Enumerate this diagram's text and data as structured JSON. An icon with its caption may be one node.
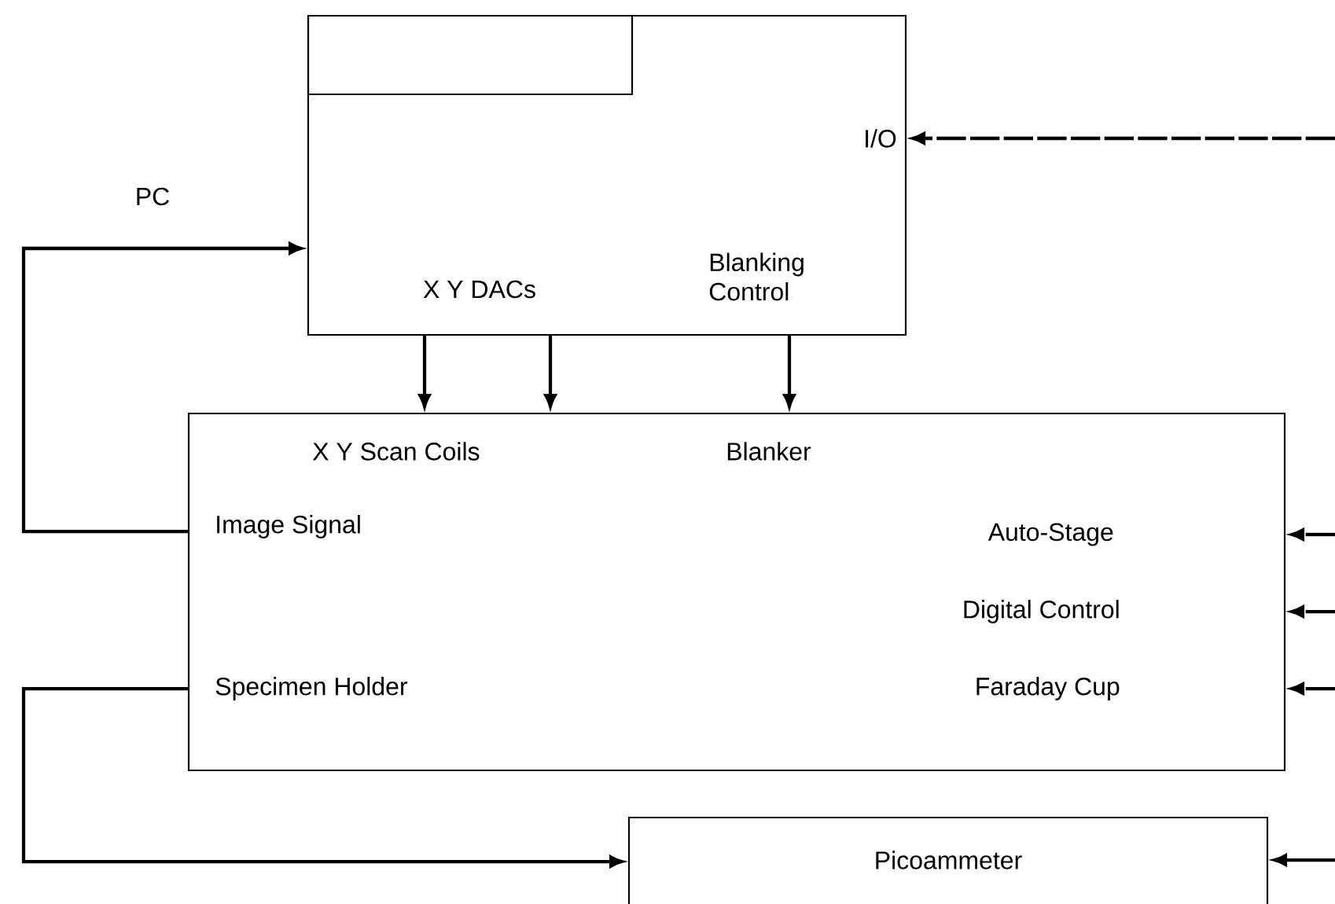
{
  "diagram": {
    "nodes": [
      {
        "text": [
          "I/O",
          "X Y DACs",
          "Blanking Control"
        ]
      },
      {
        "text": [],
        "shape": "box",
        "in": 0
      },
      {
        "text": [
          "X Y Scan Coils",
          "Blanker",
          "Image Signal",
          "Auto-Stage",
          "Digital Control",
          "Specimen Holder",
          "Faraday Cup"
        ]
      },
      {
        "text": [
          "Picoammeter"
        ]
      }
    ],
    "edges": [
      {
        "from": 0,
        "to": 2,
        "arrow": "to"
      },
      {
        "from": 0,
        "to": 2,
        "arrow": "to"
      },
      {
        "from": 0,
        "to": 2,
        "arrow": "to"
      },
      {
        "from": 2,
        "to": 0,
        "arrow": "to"
      },
      {
        "from": 2,
        "to": 3,
        "arrow": "to"
      },
      {
        "from": null,
        "to": 0,
        "arrow": "to",
        "style": "dashed"
      },
      {
        "from": null,
        "to": 2,
        "arrow": "to",
        "style": "dashed"
      },
      {
        "from": null,
        "to": 2,
        "arrow": "to",
        "style": "dashed"
      },
      {
        "from": null,
        "to": 2,
        "arrow": "to",
        "style": "dashed"
      },
      {
        "from": null,
        "to": 3,
        "arrow": "to"
      }
    ],
    "labels": [
      "PC"
    ]
  }
}
